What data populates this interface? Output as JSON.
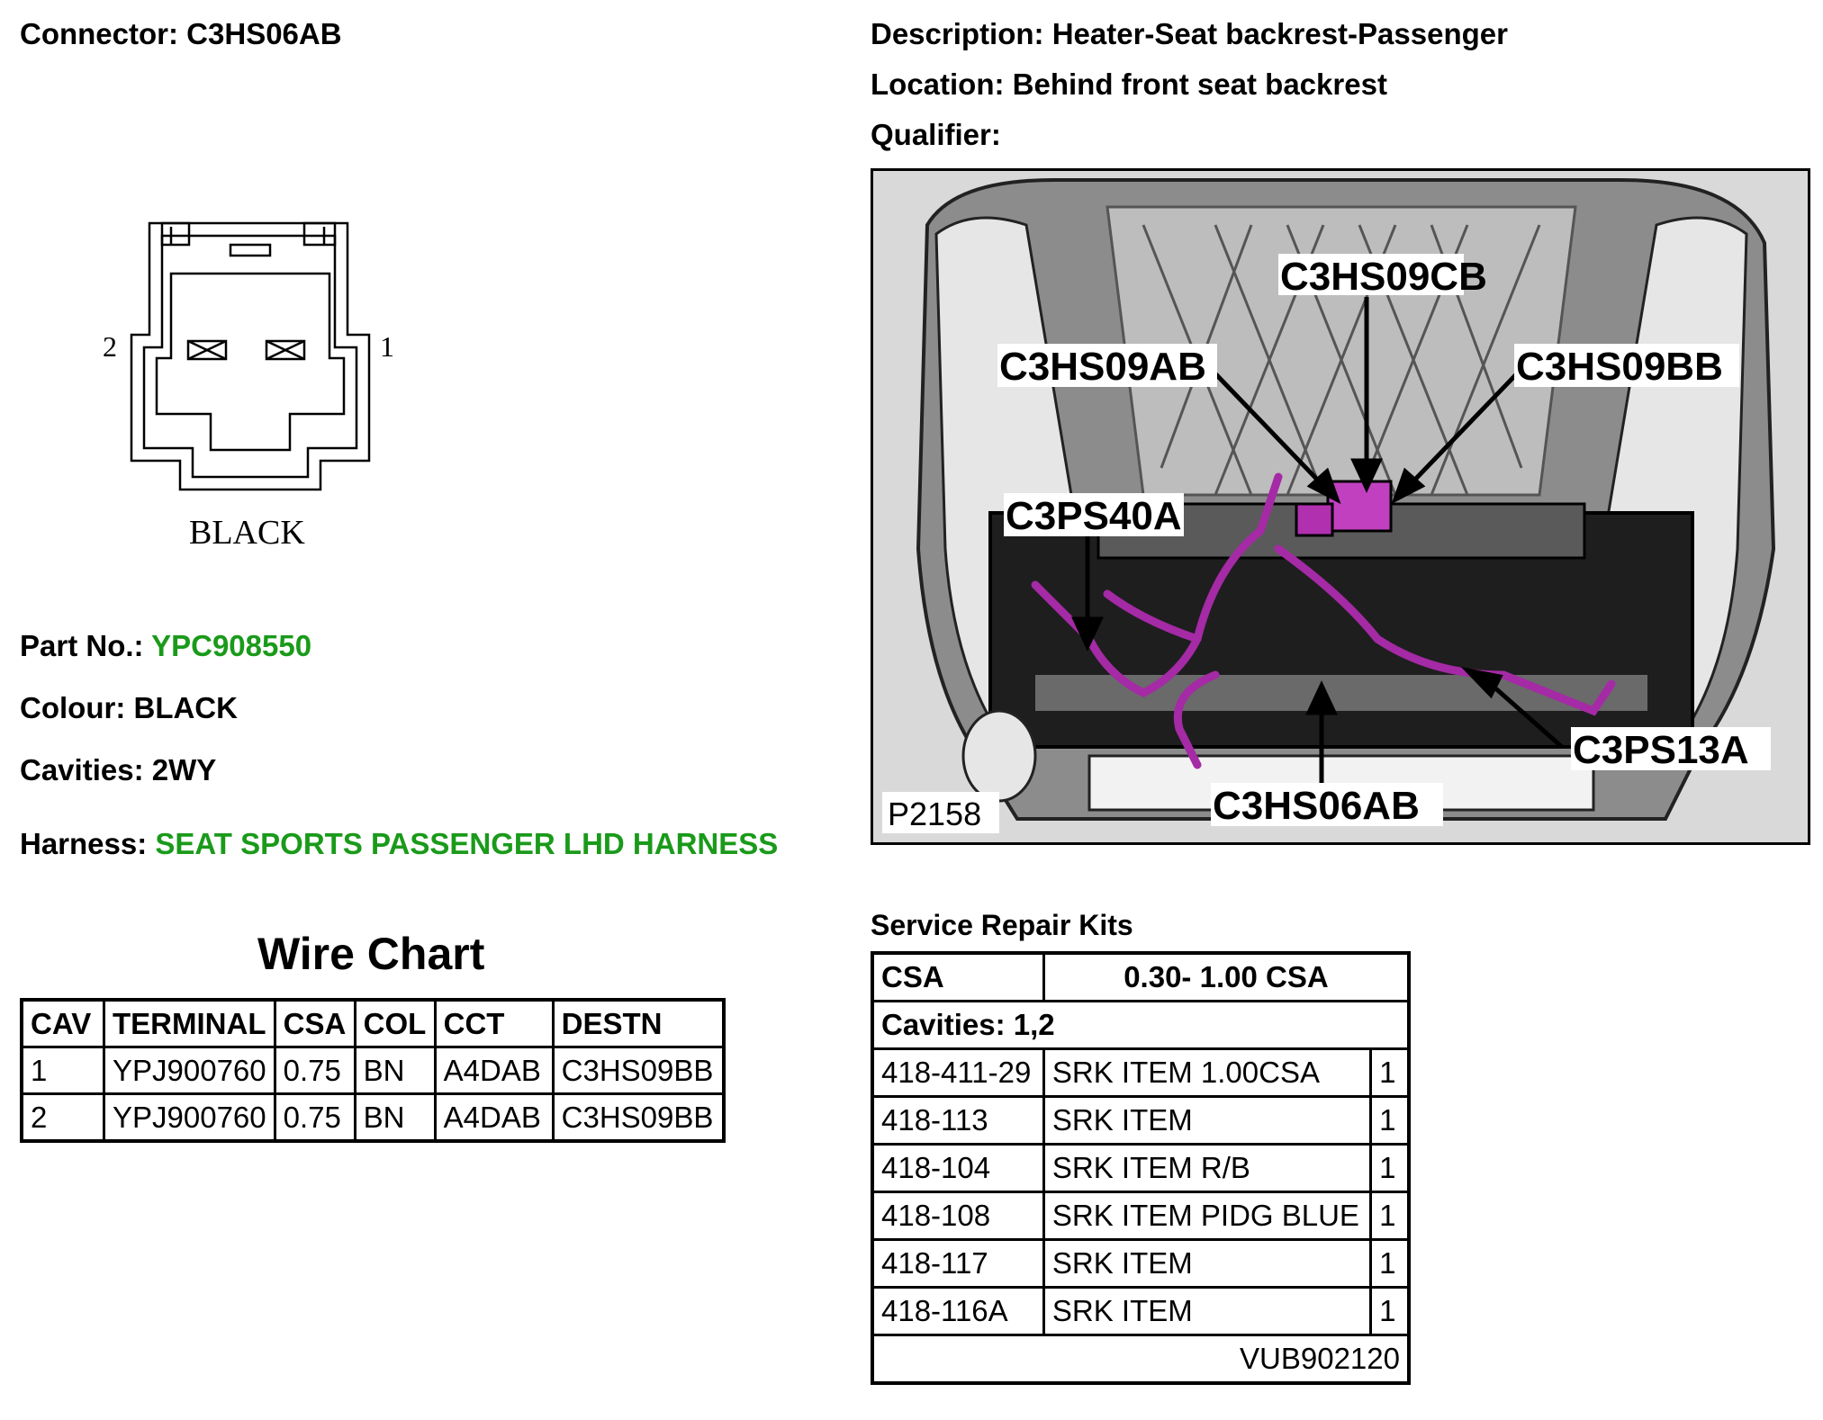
{
  "connector": {
    "label": "Connector:",
    "value": "C3HS06AB"
  },
  "description": {
    "label": "Description:",
    "value": "Heater-Seat backrest-Passenger"
  },
  "location": {
    "label": "Location:",
    "value": "Behind front seat backrest"
  },
  "qualifier": {
    "label": "Qualifier:",
    "value": ""
  },
  "connector_diagram": {
    "pin_left": "2",
    "pin_right": "1",
    "colour_text": "BLACK"
  },
  "part_no": {
    "label": "Part No.:",
    "value": "YPC908550"
  },
  "colour": {
    "label": "Colour:",
    "value": "BLACK"
  },
  "cavities": {
    "label": "Cavities:",
    "value": "2WY"
  },
  "harness": {
    "label": "Harness:",
    "value": "SEAT SPORTS PASSENGER LHD HARNESS"
  },
  "wire_chart": {
    "title": "Wire Chart",
    "headers": [
      "CAV",
      "TERMINAL",
      "CSA",
      "COL",
      "CCT",
      "DESTN"
    ],
    "rows": [
      [
        "1",
        "YPJ900760",
        "0.75",
        "BN",
        "A4DAB",
        "C3HS09BB"
      ],
      [
        "2",
        "YPJ900760",
        "0.75",
        "BN",
        "A4DAB",
        "C3HS09BB"
      ]
    ]
  },
  "photo": {
    "callouts": [
      "C3HS09CB",
      "C3HS09AB",
      "C3HS09BB",
      "C3PS40A",
      "C3PS13A",
      "C3HS06AB"
    ],
    "ref": "P2158"
  },
  "service_kits": {
    "title": "Service Repair Kits",
    "csa_label": "CSA",
    "csa_value": "0.30- 1.00 CSA",
    "cavities_text": "Cavities: 1,2",
    "items": [
      {
        "code": "418-411-29",
        "desc": "SRK ITEM 1.00CSA",
        "qty": "1"
      },
      {
        "code": "418-113",
        "desc": "SRK ITEM",
        "qty": "1"
      },
      {
        "code": "418-104",
        "desc": "SRK ITEM R/B",
        "qty": "1"
      },
      {
        "code": "418-108",
        "desc": "SRK ITEM PIDG BLUE",
        "qty": "1"
      },
      {
        "code": "418-117",
        "desc": "SRK ITEM",
        "qty": "1"
      },
      {
        "code": "418-116A",
        "desc": "SRK ITEM",
        "qty": "1"
      }
    ],
    "footer": "VUB902120"
  }
}
